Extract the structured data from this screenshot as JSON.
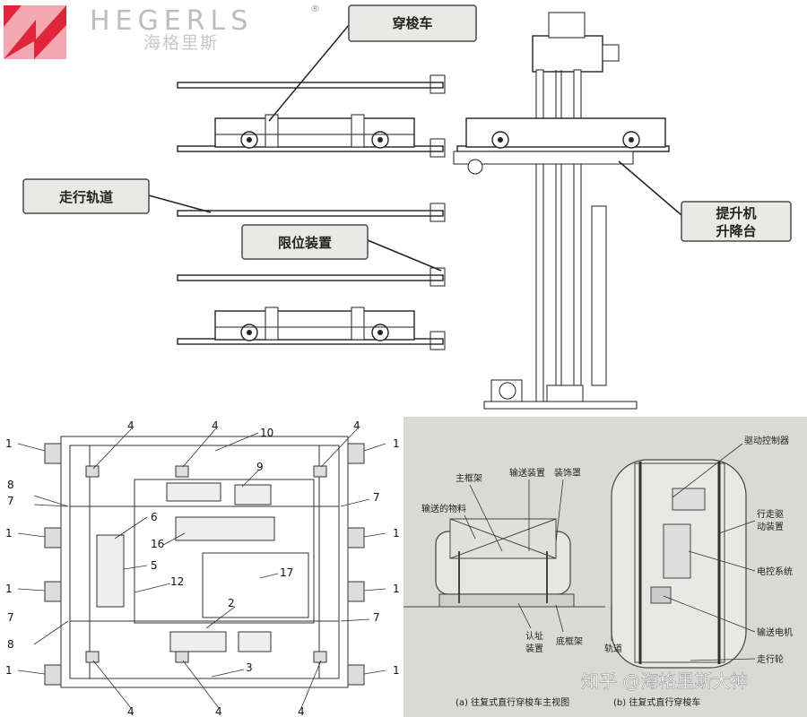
{
  "brand": {
    "name": "HEGERLS",
    "registered": "®",
    "name_cn": "海格里斯",
    "logo_color": "#e0243a"
  },
  "top_diagram": {
    "labels": {
      "shuttle": "穿梭车",
      "track": "走行轨道",
      "limit": "限位装置",
      "lift_line1": "提升机",
      "lift_line2": "升降台"
    }
  },
  "plan_diagram": {
    "numbers": {
      "n1": "1",
      "n2": "2",
      "n3": "3",
      "n4": "4",
      "n5": "5",
      "n6": "6",
      "n7": "7",
      "n8": "8",
      "n9": "9",
      "n10": "10",
      "n12": "12",
      "n16": "16",
      "n17": "17"
    }
  },
  "photo_diagram": {
    "labels": {
      "main_frame": "主框架",
      "conveyor": "输送装置",
      "cover": "装饰罩",
      "material": "输送的物料",
      "recognize_line1": "认址",
      "recognize_line2": "装置",
      "bottom_frame": "底框架",
      "rail": "轨道",
      "drive_controller": "驱动控制器",
      "travel_drive_line1": "行走驱",
      "travel_drive_line2": "动装置",
      "electric_control": "电控系统",
      "conveyor_motor": "输送电机",
      "travel_wheel": "走行轮"
    },
    "caption_a": "(a) 往复式直行穿梭车主视图",
    "caption_b": "(b) 往复式直行穿梭车",
    "watermark": "知乎 @海格里斯大神"
  }
}
